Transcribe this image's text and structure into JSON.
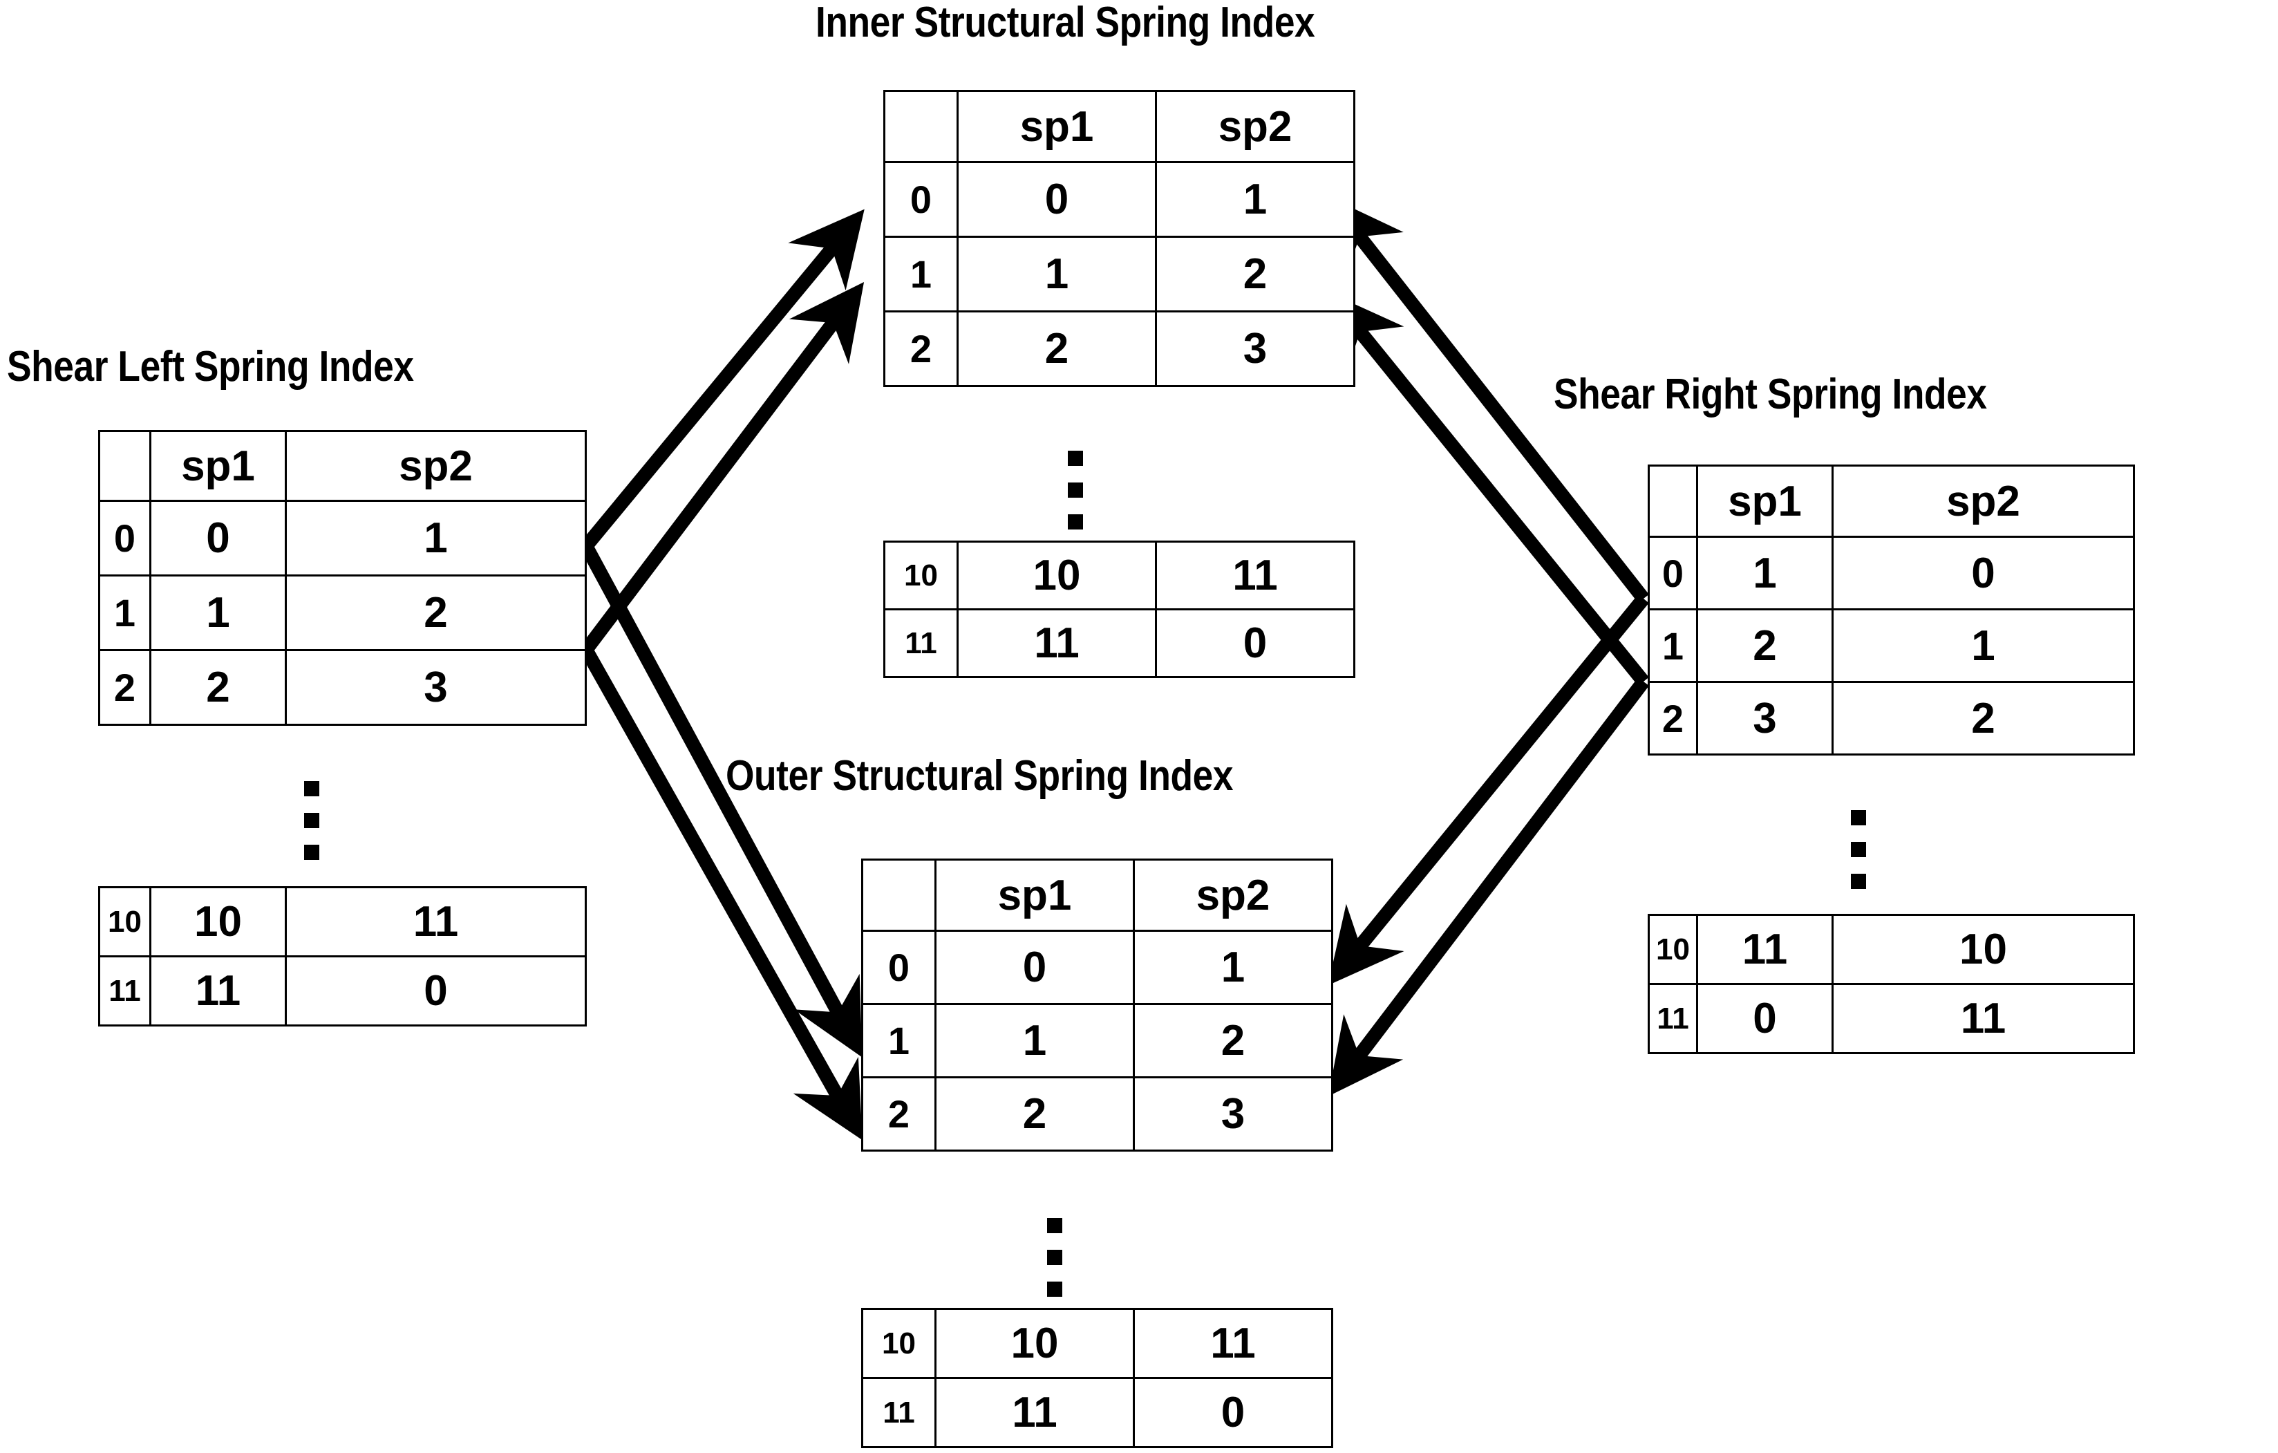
{
  "diagram": {
    "background": "#ffffff",
    "line_color": "#000000",
    "ellipsis_symbol": "vertical-three-dots"
  },
  "tables": {
    "shear_left": {
      "title": "Shear Left Spring Index",
      "columns": [
        "",
        "sp1",
        "sp2"
      ],
      "top_rows": [
        {
          "index": "0",
          "sp1": "0",
          "sp2": "1"
        },
        {
          "index": "1",
          "sp1": "1",
          "sp2": "2"
        },
        {
          "index": "2",
          "sp1": "2",
          "sp2": "3"
        }
      ],
      "bottom_rows": [
        {
          "index": "10",
          "sp1": "10",
          "sp2": "11"
        },
        {
          "index": "11",
          "sp1": "11",
          "sp2": "0"
        }
      ]
    },
    "inner_structural": {
      "title": "Inner Structural Spring Index",
      "columns": [
        "",
        "sp1",
        "sp2"
      ],
      "top_rows": [
        {
          "index": "0",
          "sp1": "0",
          "sp2": "1"
        },
        {
          "index": "1",
          "sp1": "1",
          "sp2": "2"
        },
        {
          "index": "2",
          "sp1": "2",
          "sp2": "3"
        }
      ],
      "bottom_rows": [
        {
          "index": "10",
          "sp1": "10",
          "sp2": "11"
        },
        {
          "index": "11",
          "sp1": "11",
          "sp2": "0"
        }
      ]
    },
    "outer_structural": {
      "title": "Outer Structural Spring Index",
      "columns": [
        "",
        "sp1",
        "sp2"
      ],
      "top_rows": [
        {
          "index": "0",
          "sp1": "0",
          "sp2": "1"
        },
        {
          "index": "1",
          "sp1": "1",
          "sp2": "2"
        },
        {
          "index": "2",
          "sp1": "2",
          "sp2": "3"
        }
      ],
      "bottom_rows": [
        {
          "index": "10",
          "sp1": "10",
          "sp2": "11"
        },
        {
          "index": "11",
          "sp1": "11",
          "sp2": "0"
        }
      ]
    },
    "shear_right": {
      "title": "Shear Right Spring Index",
      "columns": [
        "",
        "sp1",
        "sp2"
      ],
      "top_rows": [
        {
          "index": "0",
          "sp1": "1",
          "sp2": "0"
        },
        {
          "index": "1",
          "sp1": "2",
          "sp2": "1"
        },
        {
          "index": "2",
          "sp1": "3",
          "sp2": "2"
        }
      ],
      "bottom_rows": [
        {
          "index": "10",
          "sp1": "11",
          "sp2": "10"
        },
        {
          "index": "11",
          "sp1": "0",
          "sp2": "11"
        }
      ]
    }
  }
}
